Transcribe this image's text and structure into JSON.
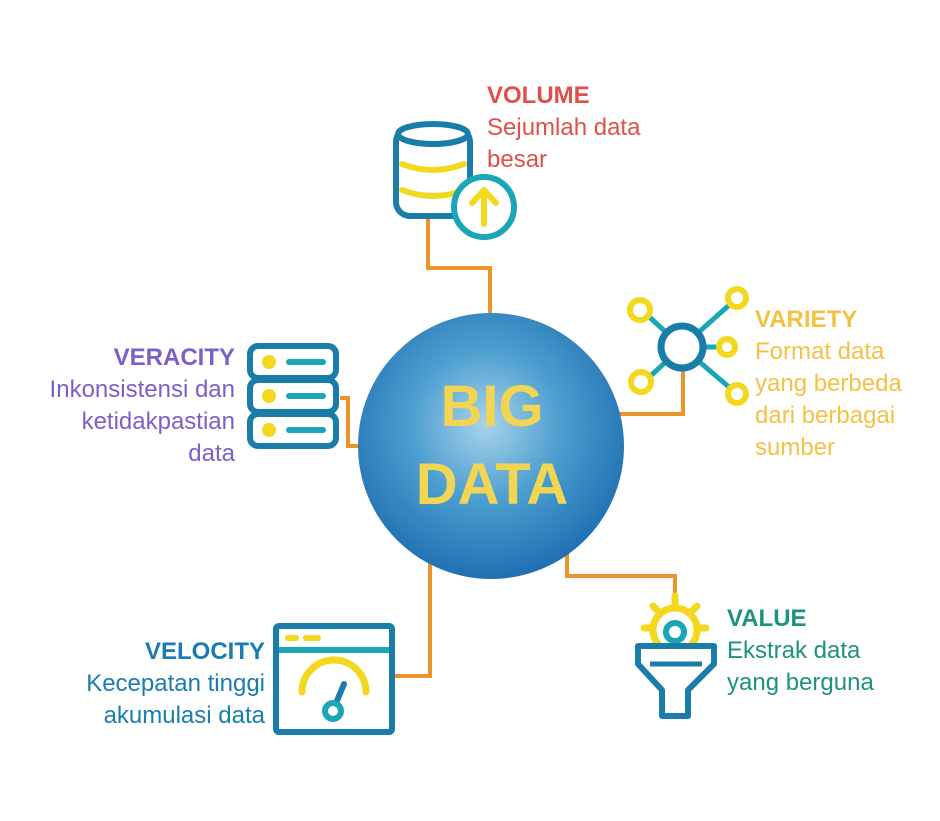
{
  "center": {
    "line1": "BIG",
    "line2": "DATA"
  },
  "colors": {
    "connector": "#ec9429",
    "icon_blue": "#1a7ca8",
    "icon_yellow": "#f3d81e",
    "icon_teal": "#1aa6b7",
    "volume": "#e05048",
    "variety": "#f5c142",
    "value": "#1d927e",
    "velocity": "#1a7cb0",
    "veracity": "#7a60c8"
  },
  "items": {
    "volume": {
      "title": "VOLUME",
      "desc_line1": "Sejumlah data",
      "desc_line2": "besar",
      "icon": "database-upload-icon"
    },
    "variety": {
      "title": "VARIETY",
      "desc_line1": "Format data",
      "desc_line2": "yang berbeda",
      "desc_line3": "dari berbagai",
      "desc_line4": "sumber",
      "icon": "network-nodes-icon"
    },
    "value": {
      "title": "VALUE",
      "desc_line1": "Ekstrak data",
      "desc_line2": "yang berguna",
      "icon": "gear-funnel-icon"
    },
    "velocity": {
      "title": "VELOCITY",
      "desc_line1": "Kecepatan tinggi",
      "desc_line2": "akumulasi data",
      "icon": "speedometer-window-icon"
    },
    "veracity": {
      "title": "VERACITY",
      "desc_line1": "Inkonsistensi dan",
      "desc_line2": "ketidakpastian",
      "desc_line3": "data",
      "icon": "server-stack-icon"
    }
  }
}
